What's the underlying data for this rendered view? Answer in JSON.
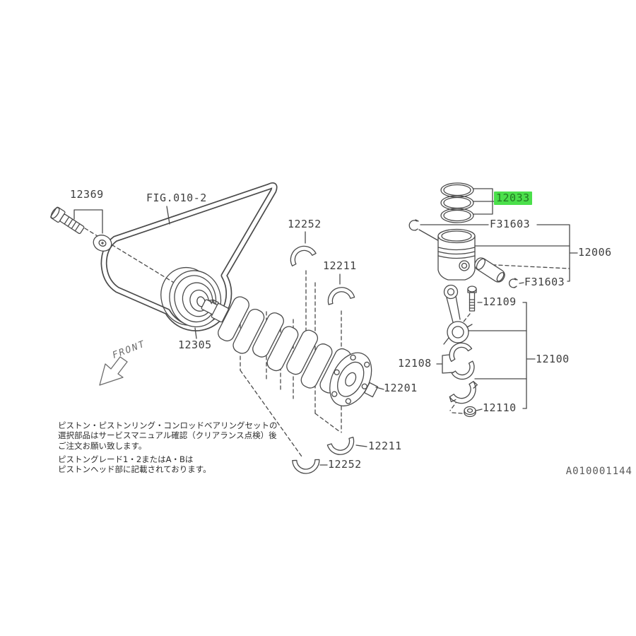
{
  "colors": {
    "highlight_green": "#4bdf4b",
    "highlight_text": "#237823",
    "line_gray": "#4a4a4a"
  },
  "part_labels": {
    "pulley_bolt": "12369",
    "figure_ref": "FIG.010-2",
    "crank_pulley": "12305",
    "main_bearing_upper_front": "12252",
    "main_bearing_upper_rear": "12211",
    "piston_ring_set": "12033",
    "pin_clip_upper": "F31603",
    "piston_set": "12006",
    "pin_clip_lower": "F31603",
    "rod_bolt": "12109",
    "rod_bearing_set": "12108",
    "connecting_rod_assembly": "12100",
    "crankshaft": "12201",
    "rod_nut": "12110",
    "main_bearing_lower_rear": "12211",
    "main_bearing_lower_front": "12252"
  },
  "annotations": {
    "front_arrow": "FRONT",
    "drawing_code": "A010001144"
  },
  "notes": {
    "para1_line1": "ピストン・ピストンリング・コンロッドベアリングセットの",
    "para1_line2": "選択部品はサービスマニュアル確認（クリアランス点検）後",
    "para1_line3": "ご注文お願い致します。",
    "para2_line1": "ピストングレード1・2またはA・Bは",
    "para2_line2": "ピストンヘッド部に記載されております。"
  }
}
